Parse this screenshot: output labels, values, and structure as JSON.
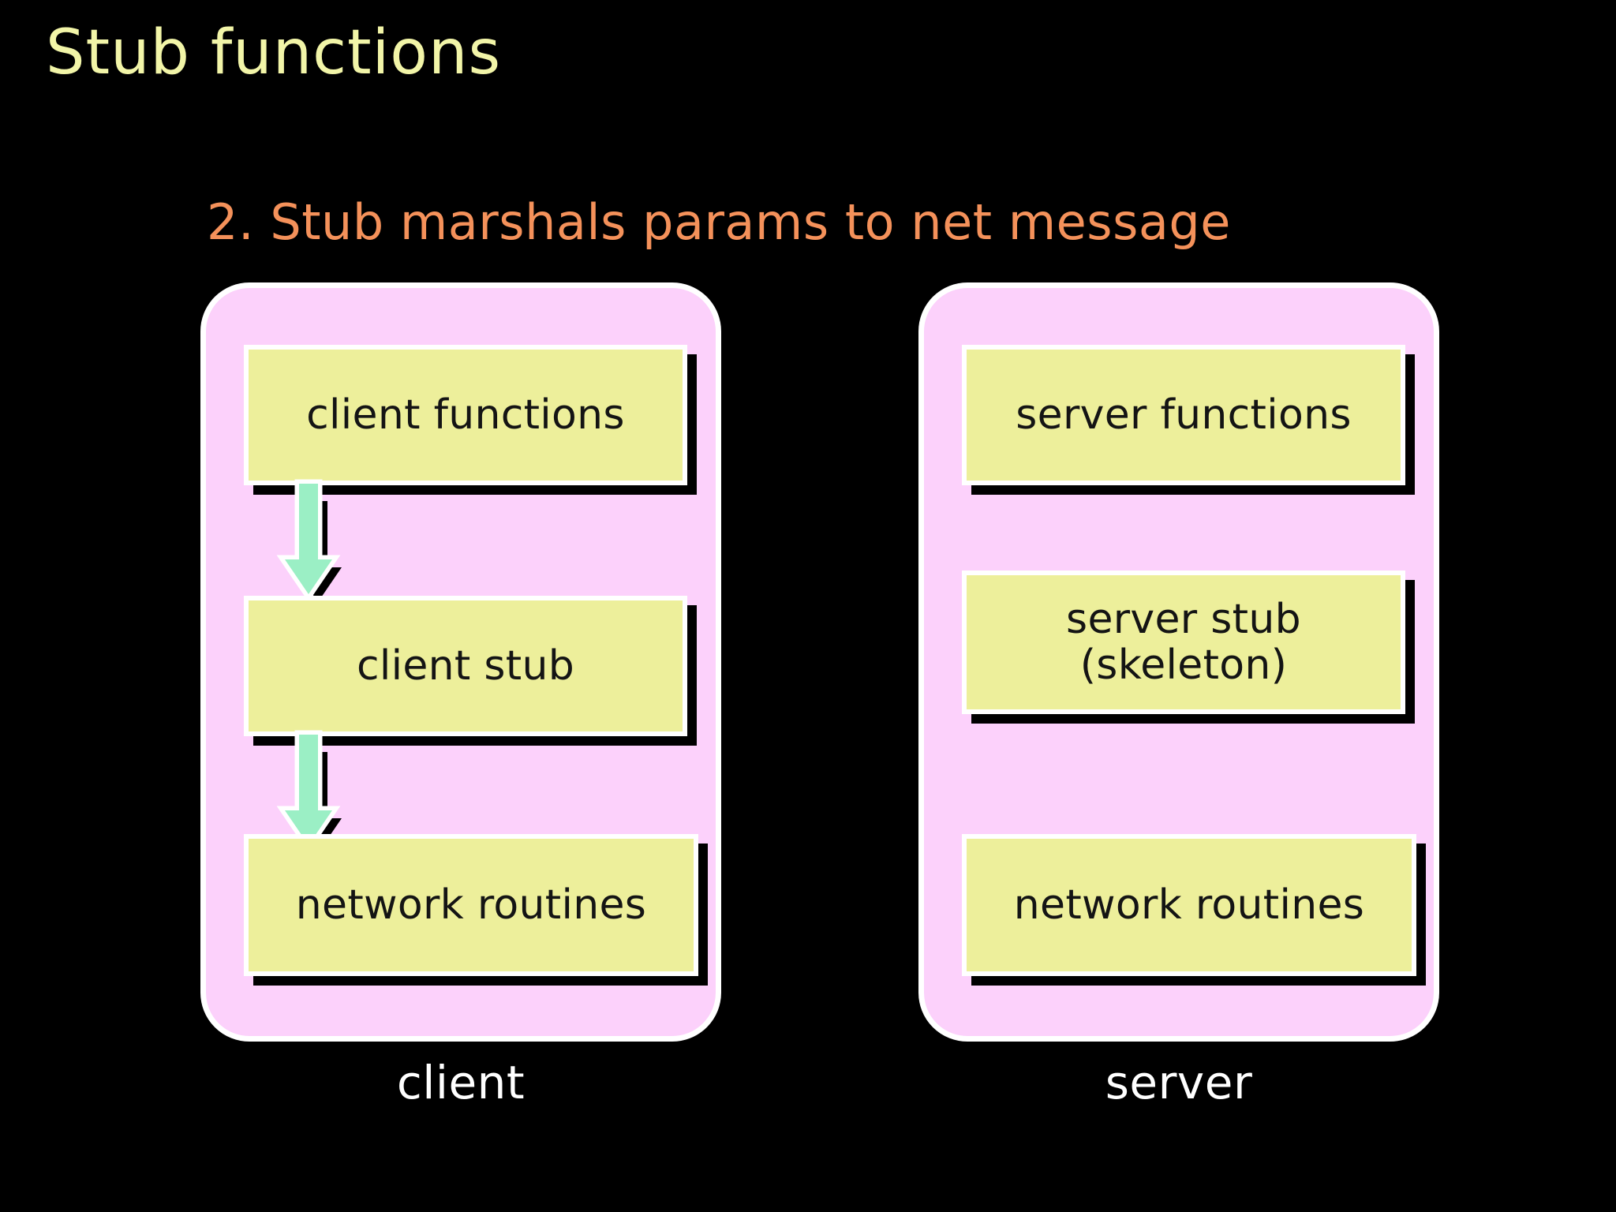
{
  "slide": {
    "title": "Stub functions",
    "subtitle": "2. Stub marshals params to net message",
    "background_color": "#000000",
    "title_color": "#F2F5A8",
    "subtitle_color": "#F4915A",
    "panel_color": "#FCD1FB",
    "box_color": "#EDEF9B",
    "arrow_color": "#9BEFC5",
    "caption_color": "#FFFFFF"
  },
  "diagram": {
    "client": {
      "caption": "client",
      "boxes": [
        {
          "label": "client functions"
        },
        {
          "label": "client stub"
        },
        {
          "label": "network routines"
        }
      ],
      "arrows": [
        {
          "from": "client functions",
          "to": "client stub",
          "direction": "down"
        },
        {
          "from": "client stub",
          "to": "network routines",
          "direction": "down"
        }
      ]
    },
    "server": {
      "caption": "server",
      "boxes": [
        {
          "label": "server functions"
        },
        {
          "label": "server stub\n(skeleton)"
        },
        {
          "label": "network routines"
        }
      ],
      "arrows": []
    }
  }
}
